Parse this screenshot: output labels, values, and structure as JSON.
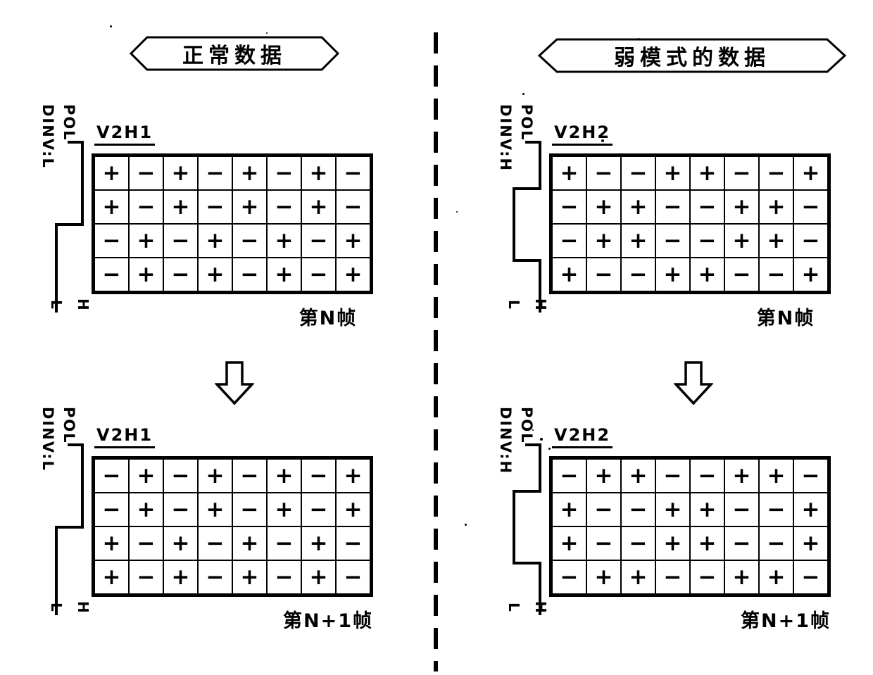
{
  "banners": {
    "left": "正常数据",
    "right": "弱模式的数据"
  },
  "colors": {
    "ink": "#000000",
    "paper": "#ffffff"
  },
  "icons": {
    "down_arrow": "hollow-block-arrow-down"
  },
  "panels": [
    {
      "id": "left-top",
      "pol": "POL",
      "dinv": "DINV:L",
      "grid_label": "V2H1",
      "frame": "第N帧",
      "h": "H",
      "l": "L",
      "grid": [
        [
          "+",
          "−",
          "+",
          "−",
          "+",
          "−",
          "+",
          "−"
        ],
        [
          "+",
          "−",
          "+",
          "−",
          "+",
          "−",
          "+",
          "−"
        ],
        [
          "−",
          "+",
          "−",
          "+",
          "−",
          "+",
          "−",
          "+"
        ],
        [
          "−",
          "+",
          "−",
          "+",
          "−",
          "+",
          "−",
          "+"
        ]
      ]
    },
    {
      "id": "left-bottom",
      "pol": "POL",
      "dinv": "DINV:L",
      "grid_label": "V2H1",
      "frame": "第N+1帧",
      "h": "H",
      "l": "L",
      "grid": [
        [
          "−",
          "+",
          "−",
          "+",
          "−",
          "+",
          "−",
          "+"
        ],
        [
          "−",
          "+",
          "−",
          "+",
          "−",
          "+",
          "−",
          "+"
        ],
        [
          "+",
          "−",
          "+",
          "−",
          "+",
          "−",
          "+",
          "−"
        ],
        [
          "+",
          "−",
          "+",
          "−",
          "+",
          "−",
          "+",
          "−"
        ]
      ]
    },
    {
      "id": "right-top",
      "pol": "POL",
      "dinv": "DINV:H",
      "grid_label": "V2H2",
      "frame": "第N帧",
      "h": "H",
      "l": "L",
      "grid": [
        [
          "+",
          "−",
          "−",
          "+",
          "+",
          "−",
          "−",
          "+"
        ],
        [
          "−",
          "+",
          "+",
          "−",
          "−",
          "+",
          "+",
          "−"
        ],
        [
          "−",
          "+",
          "+",
          "−",
          "−",
          "+",
          "+",
          "−"
        ],
        [
          "+",
          "−",
          "−",
          "+",
          "+",
          "−",
          "−",
          "+"
        ]
      ]
    },
    {
      "id": "right-bottom",
      "pol": "POL",
      "dinv": "DINV:H",
      "grid_label": "V2H2",
      "frame": "第N+1帧",
      "h": "H",
      "l": "L",
      "grid": [
        [
          "−",
          "+",
          "+",
          "−",
          "−",
          "+",
          "+",
          "−"
        ],
        [
          "+",
          "−",
          "−",
          "+",
          "+",
          "−",
          "−",
          "+"
        ],
        [
          "+",
          "−",
          "−",
          "+",
          "+",
          "−",
          "−",
          "+"
        ],
        [
          "−",
          "+",
          "+",
          "−",
          "−",
          "+",
          "+",
          "−"
        ]
      ]
    }
  ]
}
